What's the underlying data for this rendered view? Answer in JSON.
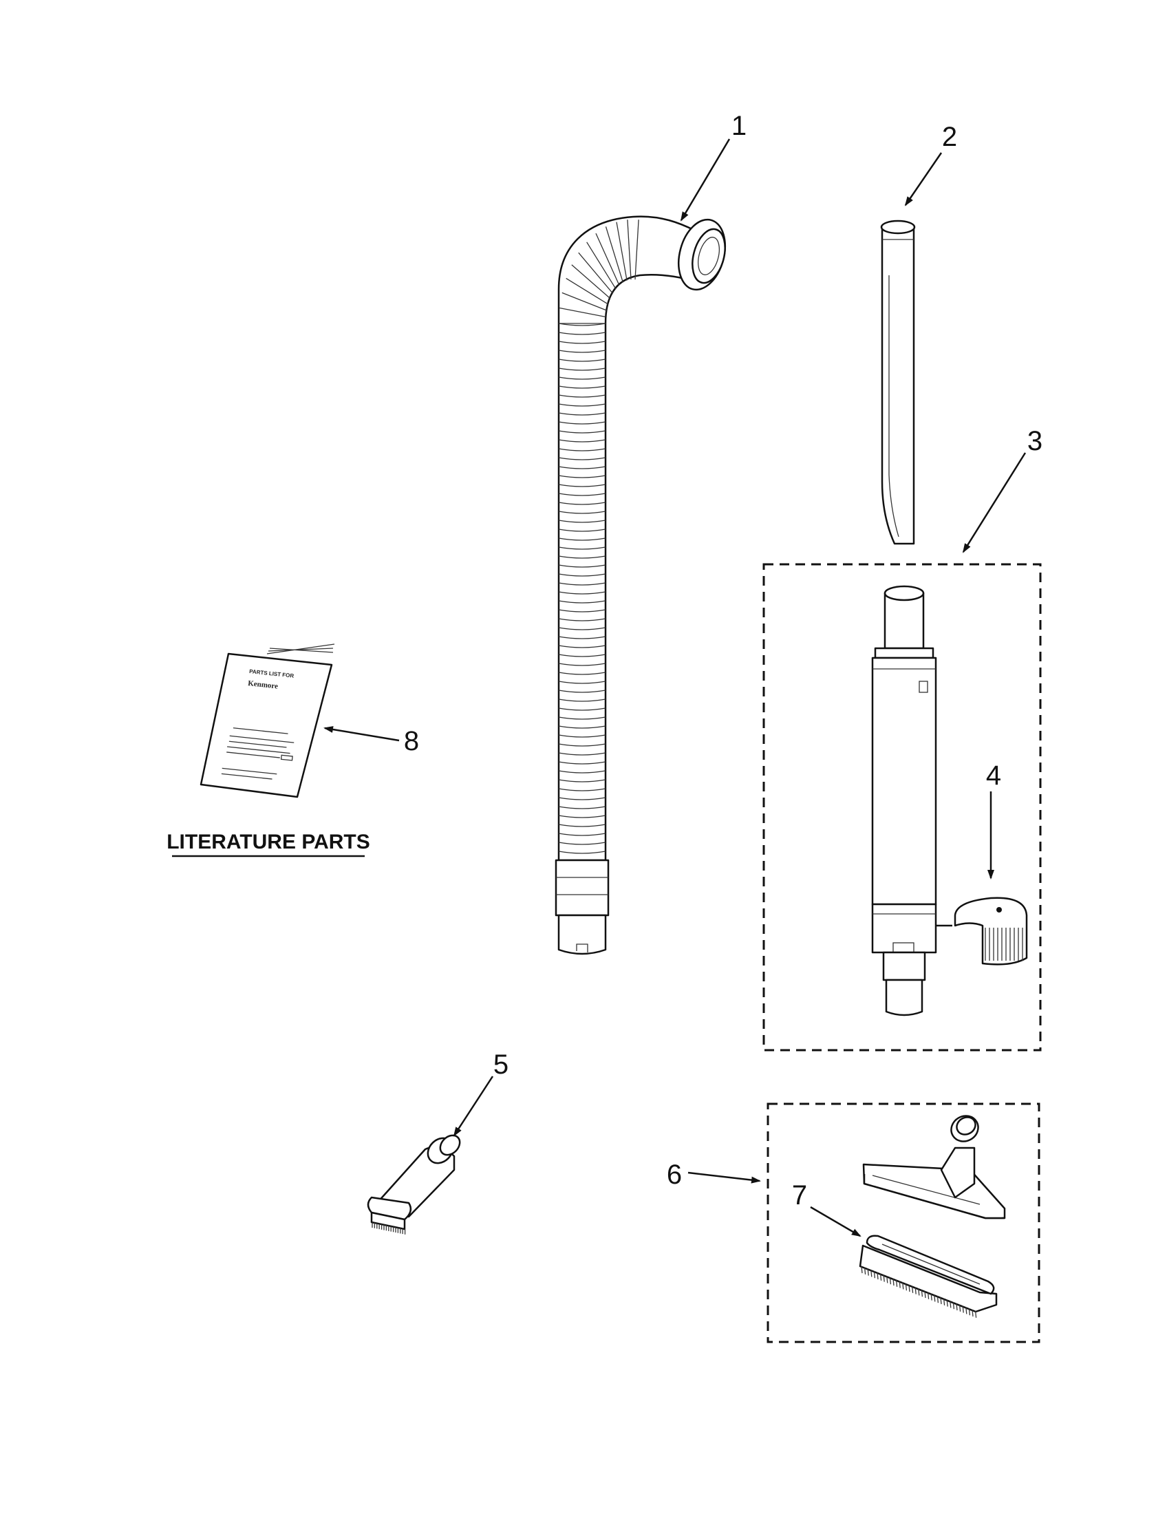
{
  "callouts": {
    "c1": "1",
    "c2": "2",
    "c3": "3",
    "c4": "4",
    "c5": "5",
    "c6": "6",
    "c7": "7",
    "c8": "8"
  },
  "literature": {
    "heading": "LITERATURE PARTS",
    "booklet_line": "PARTS LIST FOR",
    "booklet_brand": "Kenmore"
  },
  "colors": {
    "line": "#111111",
    "background": "#ffffff"
  },
  "icons": {
    "part_1": "flexible-hose-icon",
    "part_2": "crevice-tool-icon",
    "part_3": "extension-wand-icon",
    "part_4": "wand-clip-icon",
    "part_5": "dusting-brush-icon",
    "part_6": "floor-tool-kit-icon",
    "part_7": "brush-insert-icon",
    "part_8": "parts-list-booklet-icon"
  }
}
